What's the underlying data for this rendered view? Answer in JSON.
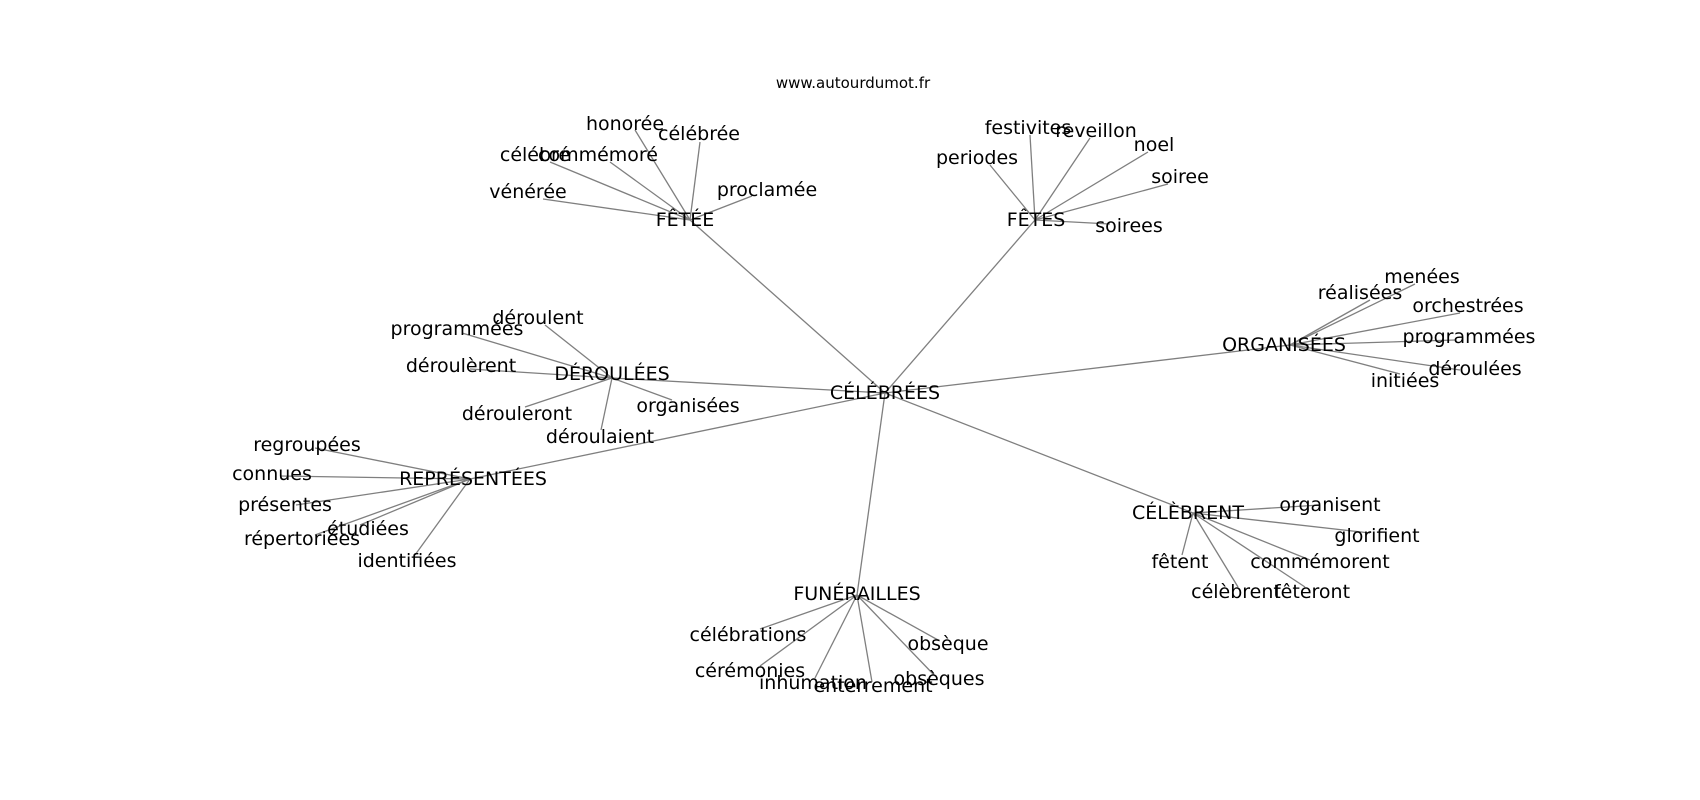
{
  "watermark": "www.autourdumot.fr",
  "colors": {
    "edge": "#7f7f7f",
    "text": "#000000",
    "background": "#ffffff"
  },
  "root": {
    "id": "root",
    "label": "CÉLÉBRÉES"
  },
  "hubs": [
    {
      "id": "fetee",
      "label": "FÊTÉE",
      "leaves": [
        "honorée",
        "célébrée",
        "célébré",
        "commémoré",
        "vénérée",
        "proclamée"
      ]
    },
    {
      "id": "fetes",
      "label": "FÊTES",
      "leaves": [
        "festivites",
        "reveillon",
        "noel",
        "periodes",
        "soiree",
        "soirees"
      ]
    },
    {
      "id": "organisees",
      "label": "ORGANISÉES",
      "leaves": [
        "menées",
        "réalisées",
        "orchestrées",
        "programmées",
        "déroulées",
        "initiées"
      ]
    },
    {
      "id": "deroulees",
      "label": "DÉROULÉES",
      "leaves": [
        "déroulent",
        "programmées",
        "déroulèrent",
        "dérouleront",
        "organisées",
        "déroulaient"
      ]
    },
    {
      "id": "representees",
      "label": "REPRÉSENTÉES",
      "leaves": [
        "regroupées",
        "connues",
        "présentes",
        "étudiées",
        "répertoriées",
        "identifiées"
      ]
    },
    {
      "id": "celebrent",
      "label": "CÉLÈBRENT",
      "leaves": [
        "organisent",
        "glorifient",
        "fêtent",
        "commémorent",
        "célèbrent",
        "fêteront"
      ]
    },
    {
      "id": "funerailles",
      "label": "FUNÉRAILLES",
      "leaves": [
        "célébrations",
        "obsèque",
        "cérémonies",
        "inhumation",
        "enterrement",
        "obsèques"
      ]
    }
  ]
}
